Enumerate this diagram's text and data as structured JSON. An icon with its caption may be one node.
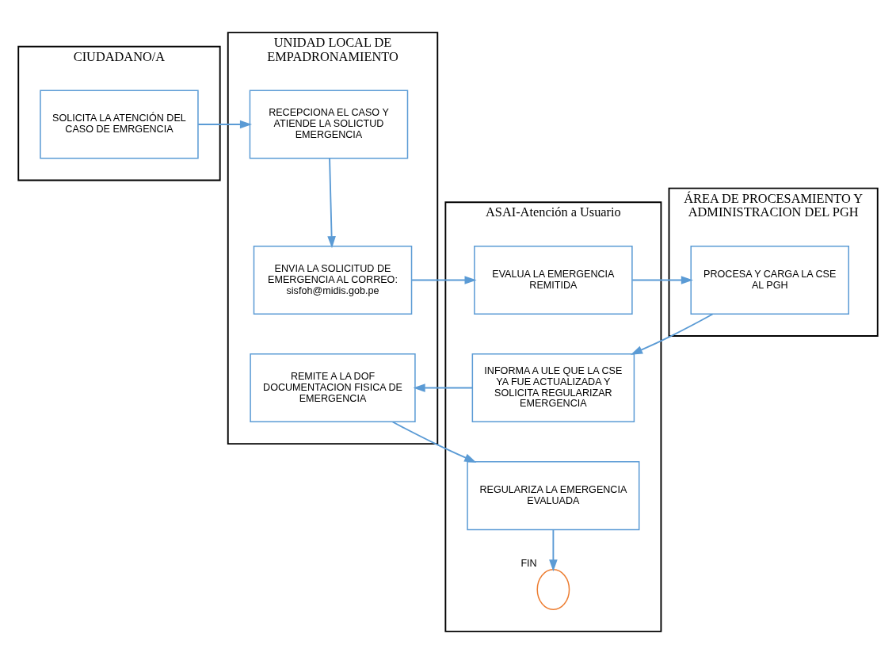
{
  "diagram": {
    "nodes": [
      {
        "text": [
          "CIUDADANO/A"
        ]
      },
      {
        "text": [
          "UNIDAD LOCAL DE EMPADRONAMIENTO"
        ]
      },
      {
        "text": [
          "ASAI-Atención a Usuario"
        ]
      },
      {
        "text": [
          "ÁREA DE PROCESAMIENTO Y ADMINISTRACION DEL PGH"
        ]
      },
      {
        "text": [
          "SOLICITA LA ATENCIÓN DEL CASO DE EMRGENCIA"
        ],
        "in": 0
      },
      {
        "text": [
          "RECEPCIONA EL CASO Y ATIENDE LA SOLICTUD EMERGENCIA"
        ],
        "in": 1
      },
      {
        "text": [
          "ENVIA LA SOLICITUD DE EMERGENCIA AL CORREO: sisfoh@midis.gob.pe"
        ],
        "in": 1
      },
      {
        "text": [
          "EVALUA LA EMERGENCIA REMITIDA"
        ],
        "in": 2
      },
      {
        "text": [
          "PROCESA Y CARGA LA CSE AL PGH"
        ],
        "in": 3
      },
      {
        "text": [
          "INFORMA A ULE QUE LA CSE YA FUE ACTUALIZADA Y SOLICITA REGULARIZAR EMERGENCIA"
        ],
        "in": 2
      },
      {
        "text": [
          "REMITE A LA DOF DOCUMENTACION FISICA DE EMERGENCIA"
        ],
        "in": 1
      },
      {
        "text": [
          "REGULARIZA LA EMERGENCIA EVALUADA"
        ],
        "in": 2
      },
      {
        "text": [],
        "shape": "circle",
        "in": 2,
        "beside": [
          "FIN"
        ]
      }
    ],
    "edges": [
      {
        "from": 4,
        "to": 5,
        "arrow": "to"
      },
      {
        "from": 5,
        "to": 6,
        "arrow": "to"
      },
      {
        "from": 6,
        "to": 7,
        "arrow": "to"
      },
      {
        "from": 7,
        "to": 8,
        "arrow": "to"
      },
      {
        "from": 8,
        "to": 9,
        "arrow": "to"
      },
      {
        "from": 9,
        "to": 10,
        "arrow": "to"
      },
      {
        "from": 10,
        "to": 11,
        "arrow": "to"
      },
      {
        "from": 11,
        "to": 12,
        "arrow": "to"
      }
    ]
  }
}
